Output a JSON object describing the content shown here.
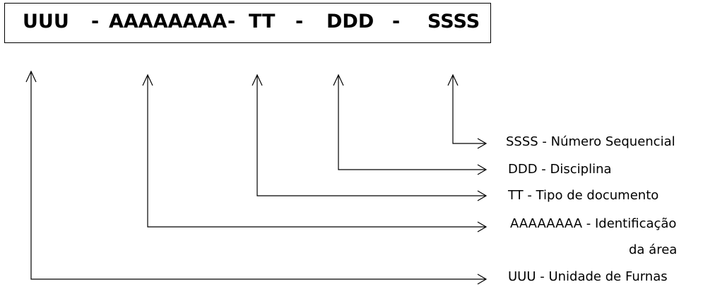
{
  "code": {
    "segments": [
      "UUU",
      "-",
      "AAAAAAAA",
      "-",
      "TT",
      "-",
      "DDD",
      "-",
      "SSSS"
    ]
  },
  "legend": {
    "ssss": "SSSS - Número Sequencial",
    "ddd": "DDD - Disciplina",
    "tt": "TT - Tipo de documento",
    "aaaa_line1": "AAAAAAAA - Identificação",
    "aaaa_line2": "da área",
    "uuu": "UUU - Unidade de Furnas"
  }
}
